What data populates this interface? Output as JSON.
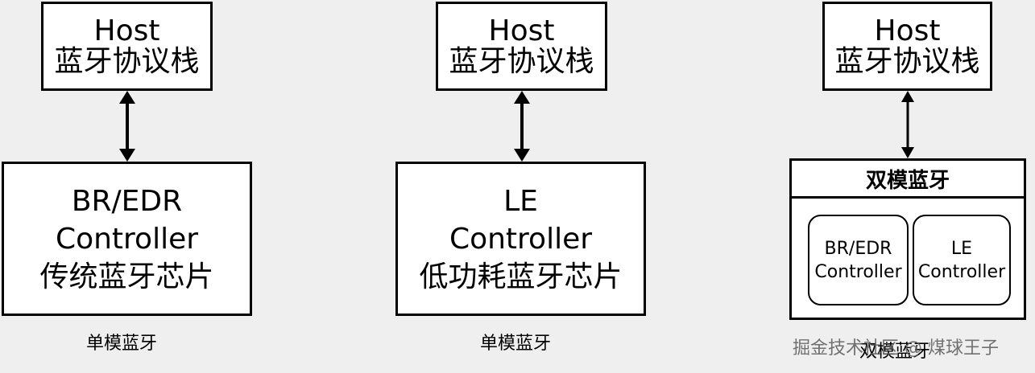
{
  "host": {
    "line1": "Host",
    "line2": "蓝牙协议栈"
  },
  "classic": {
    "line1": "BR/EDR",
    "line2": "Controller",
    "line3": "传统蓝牙芯片",
    "caption": "单模蓝牙"
  },
  "le": {
    "line1": "LE",
    "line2": "Controller",
    "line3": "低功耗蓝牙芯片",
    "caption": "单模蓝牙"
  },
  "dual": {
    "title": "双模蓝牙",
    "br": {
      "line1": "BR/EDR",
      "line2": "Controller"
    },
    "le": {
      "line1": "LE",
      "line2": "Controller"
    },
    "caption": "双模蓝牙"
  },
  "watermark": "掘金技术社区 @ 煤球王子"
}
